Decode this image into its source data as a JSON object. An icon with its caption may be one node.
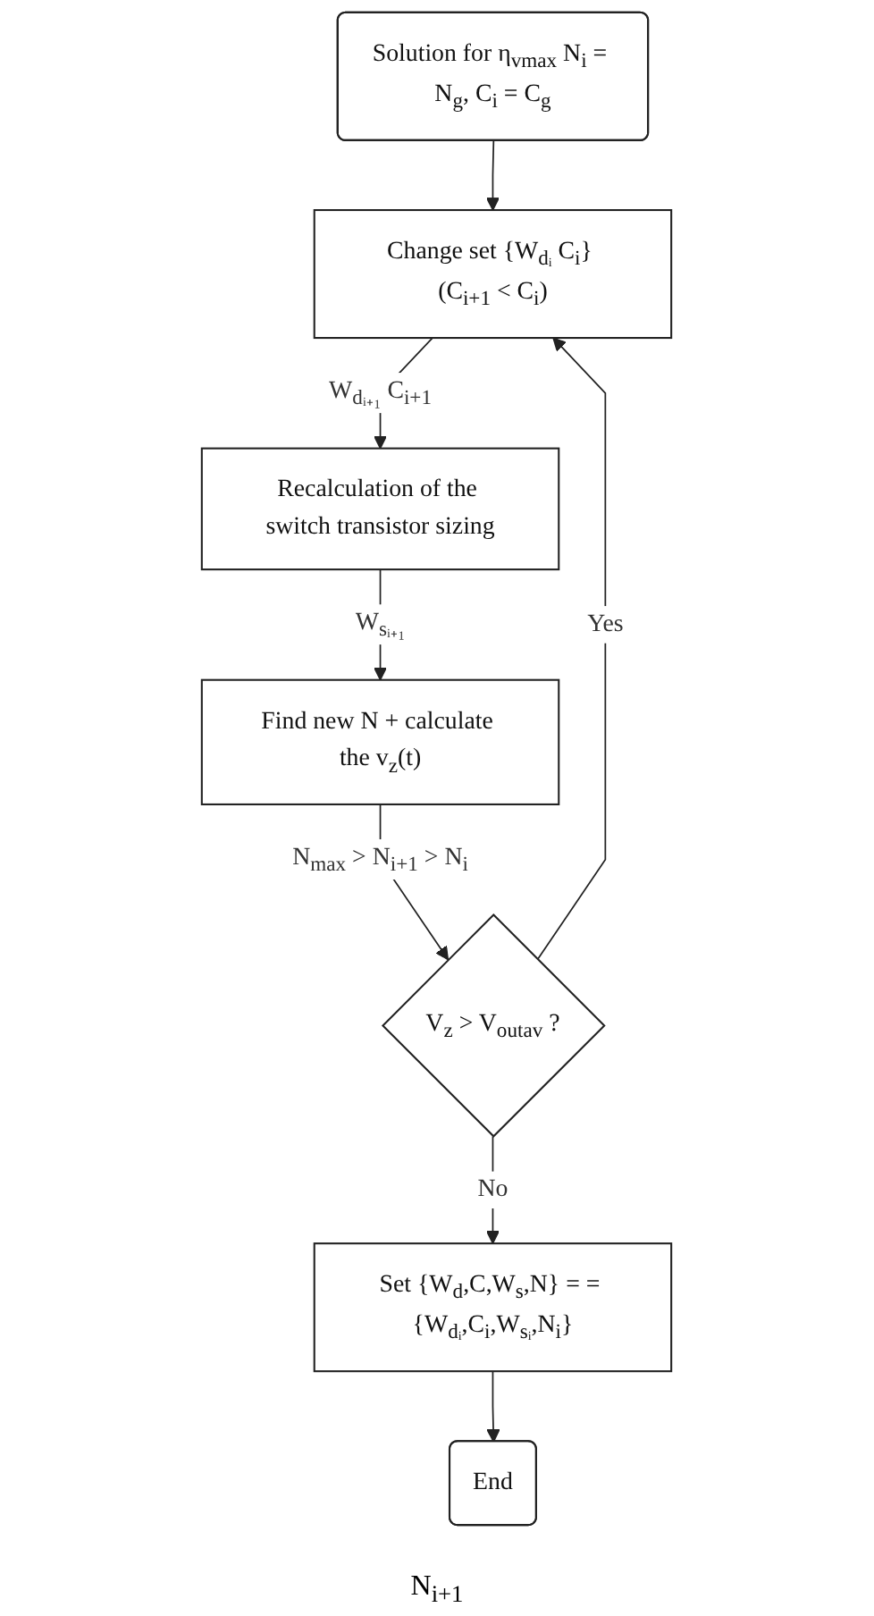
{
  "diagram": {
    "nodes": [
      {
        "text": [
          "Solution for η$_{vmax}$ N$_{i}$ = N$_{g}$, C$_{i}$ = C$_{g}$"
        ]
      },
      {
        "text": [
          "Change set {W$_{dᵢ}$ C$_{i}$} (C$_{i+1}$ < C$_{i}$)"
        ]
      },
      {
        "text": [
          "Recalculation of the switch transistor sizing"
        ]
      },
      {
        "text": [
          "Find new N + calculate the v$_{z}$(t)"
        ]
      },
      {
        "text": [
          "V$_{z}$ > V$_{outav}$ ?"
        ]
      },
      {
        "text": [
          "Set {W$_{d}$,C,W$_{s}$,N} = = {W$_{dᵢ}$,C$_{i}$,W$_{sᵢ}$,N$_{i}$}"
        ]
      },
      {
        "text": [
          "End"
        ]
      }
    ],
    "edges": [
      {
        "from": 0,
        "to": 1,
        "arrow": "to"
      },
      {
        "from": 1,
        "to": 2,
        "arrow": "to",
        "label": "W$_{dᵢ₊₁}$ C$_{i+1}$"
      },
      {
        "from": 2,
        "to": 3,
        "arrow": "to",
        "label": "W$_{sᵢ₊₁}$"
      },
      {
        "from": 3,
        "to": 4,
        "arrow": "to",
        "label": "N$_{max}$ > N$_{i+1}$ > N$_{i}$"
      },
      {
        "from": 4,
        "to": 5,
        "arrow": "to",
        "label": "No"
      },
      {
        "from": 5,
        "to": 6,
        "arrow": "to"
      },
      {
        "from": 4,
        "to": 1,
        "arrow": "to",
        "label": "Yes"
      }
    ],
    "labels": [
      "N$_{i+1}$"
    ]
  }
}
